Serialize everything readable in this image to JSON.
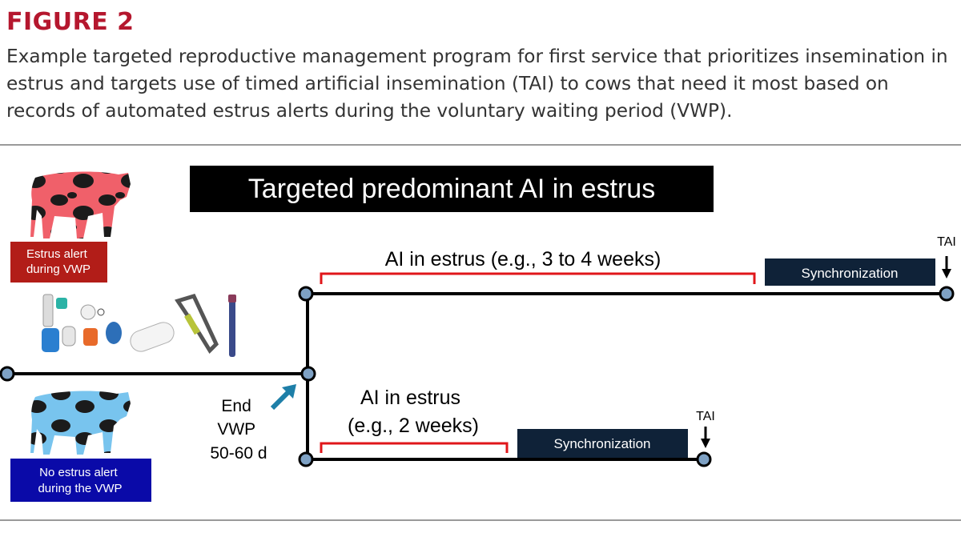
{
  "figure_label": "FIGURE 2",
  "caption": "Example targeted reproductive management program for first service that prioritizes insemination in estrus and targets use of timed artificial insemination (TAI) to cows that need it most based on records of automated estrus alerts during the voluntary waiting period (VWP).",
  "diagram": {
    "title": "Targeted predominant AI in estrus",
    "estrus_alert_box": [
      "Estrus alert",
      "during VWP"
    ],
    "no_estrus_alert_box": [
      "No estrus alert",
      "during the VWP"
    ],
    "end_vwp": [
      "End",
      "VWP",
      "50-60 d"
    ],
    "top_branch": {
      "ai_label": "AI in estrus (e.g., 3 to 4 weeks)",
      "sync_label": "Synchronization",
      "tai_label": "TAI"
    },
    "bottom_branch": {
      "ai_label": [
        "AI in estrus",
        "(e.g., 2 weeks)"
      ],
      "sync_label": "Synchronization",
      "tai_label": "TAI"
    },
    "colors": {
      "title_bg": "#000000",
      "estrus_box": "#b21d18",
      "no_estrus_box": "#0a0aa8",
      "sync_box": "#0f2238",
      "bracket": "#e0161a",
      "node_fill": "#7ea1c4",
      "red_cow": "#f0606a",
      "blue_cow": "#78c4ee",
      "arrow": "#1e7fa8"
    },
    "devices_icon": "activity-monitor-devices-icon",
    "red_cow_icon": "red-cow-icon",
    "blue_cow_icon": "blue-cow-icon"
  }
}
